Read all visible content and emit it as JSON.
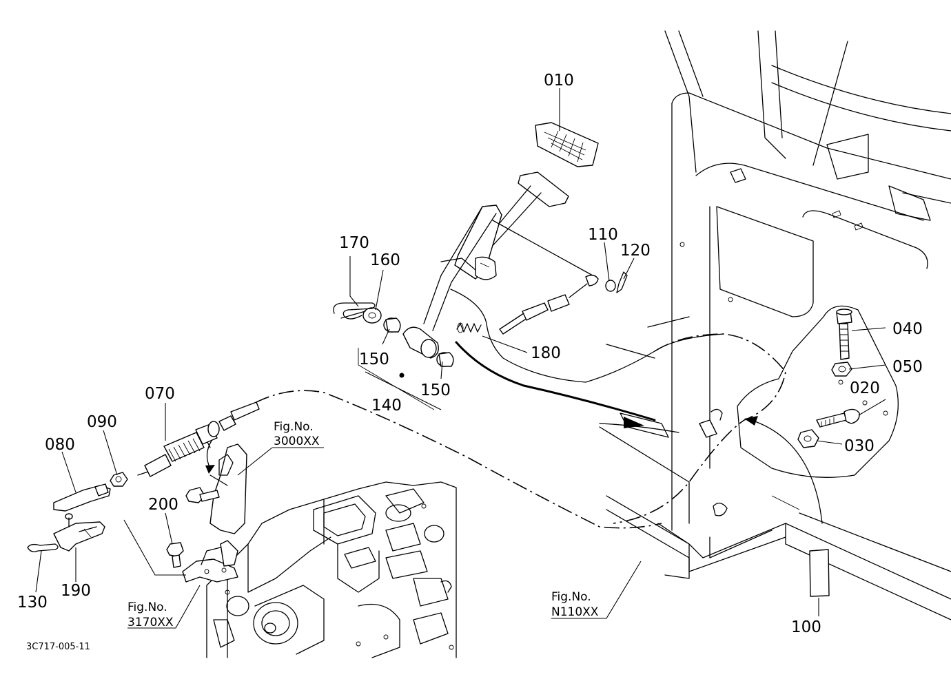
{
  "diagram_code": "3C717-005-11",
  "parts": {
    "p010": "010",
    "p020": "020",
    "p030": "030",
    "p040": "040",
    "p050": "050",
    "p070": "070",
    "p080": "080",
    "p090": "090",
    "p100": "100",
    "p110": "110",
    "p120": "120",
    "p130": "130",
    "p140": "140",
    "p150a": "150",
    "p150b": "150",
    "p160": "160",
    "p170": "170",
    "p180": "180",
    "p190": "190",
    "p200": "200"
  },
  "figure_refs": {
    "fig_a": {
      "prefix": "Fig.No.",
      "number": "3000XX"
    },
    "fig_b": {
      "prefix": "Fig.No.",
      "number": "3170XX"
    },
    "fig_c": {
      "prefix": "Fig.No.",
      "number": "N110XX"
    }
  }
}
